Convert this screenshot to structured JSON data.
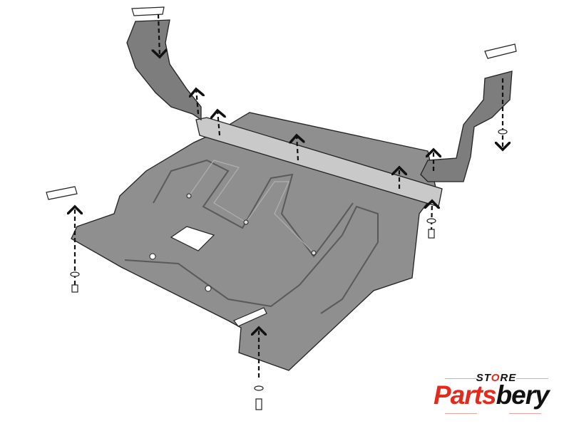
{
  "diagram": {
    "plate_color": "#8f8f8f",
    "bracket_color": "#7d7d7d",
    "bar_color": "#c9c9c9",
    "outline_color": "#222222"
  },
  "logo": {
    "store": "STORE",
    "brand_red": "Parts",
    "brand_black": "bery",
    "red": "#e42a1d",
    "black": "#111111"
  }
}
